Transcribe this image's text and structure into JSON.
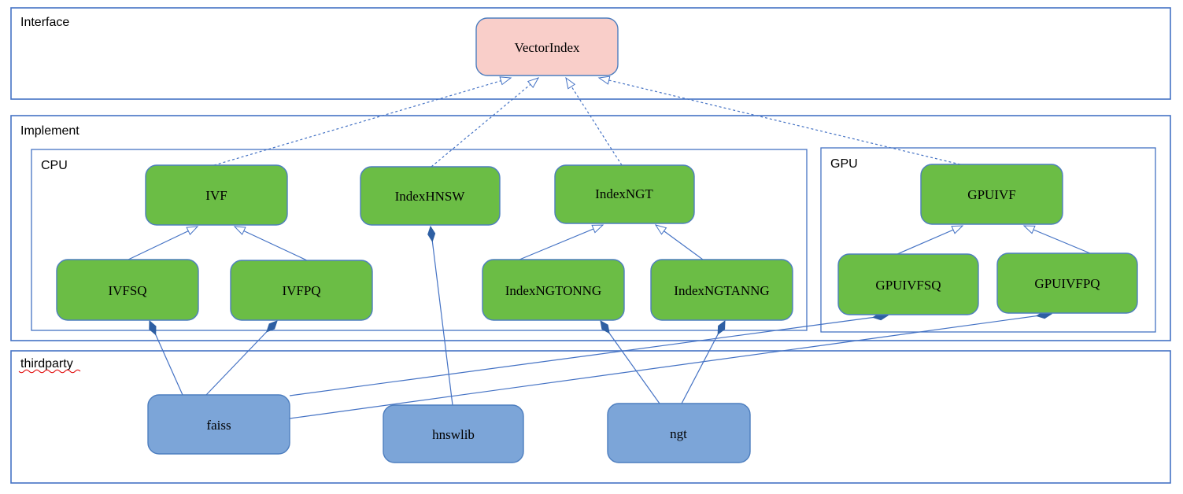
{
  "diagram": {
    "containers": {
      "interface": {
        "label": "Interface"
      },
      "implement": {
        "label": "Implement"
      },
      "cpu": {
        "label": "CPU"
      },
      "gpu": {
        "label": "GPU"
      },
      "thirdparty": {
        "label": "thirdparty"
      }
    },
    "nodes": {
      "vectorindex": {
        "label": "VectorIndex",
        "layer": "interface"
      },
      "ivf": {
        "label": "IVF",
        "layer": "cpu"
      },
      "indexhnsw": {
        "label": "IndexHNSW",
        "layer": "cpu"
      },
      "indexngt": {
        "label": "IndexNGT",
        "layer": "cpu"
      },
      "ivfsq": {
        "label": "IVFSQ",
        "layer": "cpu"
      },
      "ivfpq": {
        "label": "IVFPQ",
        "layer": "cpu"
      },
      "indexngtonng": {
        "label": "IndexNGTONNG",
        "layer": "cpu"
      },
      "indexngtanng": {
        "label": "IndexNGTANNG",
        "layer": "cpu"
      },
      "gpuivf": {
        "label": "GPUIVF",
        "layer": "gpu"
      },
      "gpuivfsq": {
        "label": "GPUIVFSQ",
        "layer": "gpu"
      },
      "gpuivfpq": {
        "label": "GPUIVFPQ",
        "layer": "gpu"
      },
      "faiss": {
        "label": "faiss",
        "layer": "thirdparty"
      },
      "hnswlib": {
        "label": "hnswlib",
        "layer": "thirdparty"
      },
      "ngt": {
        "label": "ngt",
        "layer": "thirdparty"
      }
    },
    "edges": [
      {
        "from": "ivf",
        "to": "vectorindex",
        "type": "realization"
      },
      {
        "from": "indexhnsw",
        "to": "vectorindex",
        "type": "realization"
      },
      {
        "from": "indexngt",
        "to": "vectorindex",
        "type": "realization"
      },
      {
        "from": "gpuivf",
        "to": "vectorindex",
        "type": "realization"
      },
      {
        "from": "ivfsq",
        "to": "ivf",
        "type": "generalization"
      },
      {
        "from": "ivfpq",
        "to": "ivf",
        "type": "generalization"
      },
      {
        "from": "indexngtonng",
        "to": "indexngt",
        "type": "generalization"
      },
      {
        "from": "indexngtanng",
        "to": "indexngt",
        "type": "generalization"
      },
      {
        "from": "gpuivfsq",
        "to": "gpuivf",
        "type": "generalization"
      },
      {
        "from": "gpuivfpq",
        "to": "gpuivf",
        "type": "generalization"
      },
      {
        "from": "faiss",
        "to": "ivfsq",
        "type": "composition"
      },
      {
        "from": "faiss",
        "to": "ivfpq",
        "type": "composition"
      },
      {
        "from": "hnswlib",
        "to": "indexhnsw",
        "type": "composition"
      },
      {
        "from": "ngt",
        "to": "indexngtonng",
        "type": "composition"
      },
      {
        "from": "ngt",
        "to": "indexngtanng",
        "type": "composition"
      },
      {
        "from": "faiss",
        "to": "gpuivfsq",
        "type": "composition"
      },
      {
        "from": "faiss",
        "to": "gpuivfpq",
        "type": "composition"
      }
    ],
    "colors": {
      "interface_node_fill": "#f9cec9",
      "class_node_fill": "#6bbd45",
      "thirdparty_node_fill": "#7ca5d8",
      "line": "#4472c4",
      "diamond_fill": "#2e5fa3",
      "container_border": "#4472c4",
      "spellcheck_underline": "#e00000"
    }
  }
}
